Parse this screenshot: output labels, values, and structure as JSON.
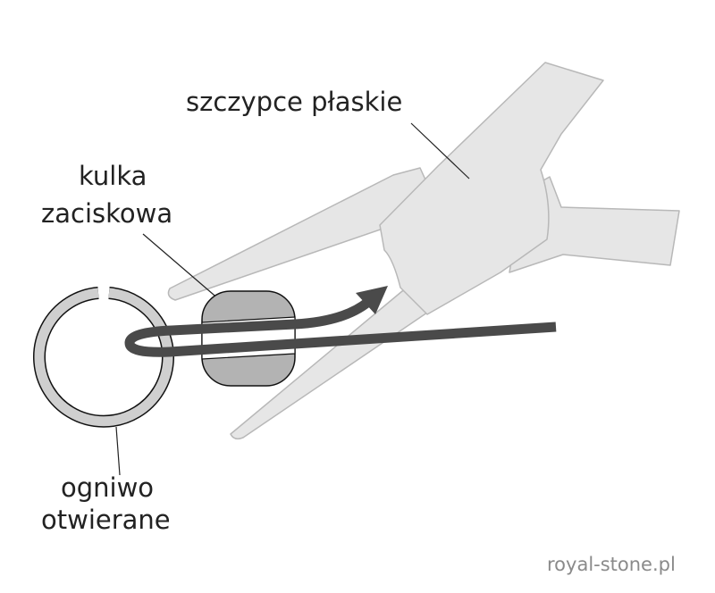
{
  "labels": {
    "pliers": "szczypce płaskie",
    "crimp_bead_line1": "kulka",
    "crimp_bead_line2": "zaciskowa",
    "jump_ring_line1": "ogniwo",
    "jump_ring_line2": "otwierane"
  },
  "watermark": "royal-stone.pl",
  "colors": {
    "pliers_fill": "#e6e6e6",
    "pliers_stroke": "#b8b8b8",
    "bead_fill": "#b3b3b3",
    "wire": "#4a4a4a",
    "ring_fill": "#cfcfcf"
  }
}
